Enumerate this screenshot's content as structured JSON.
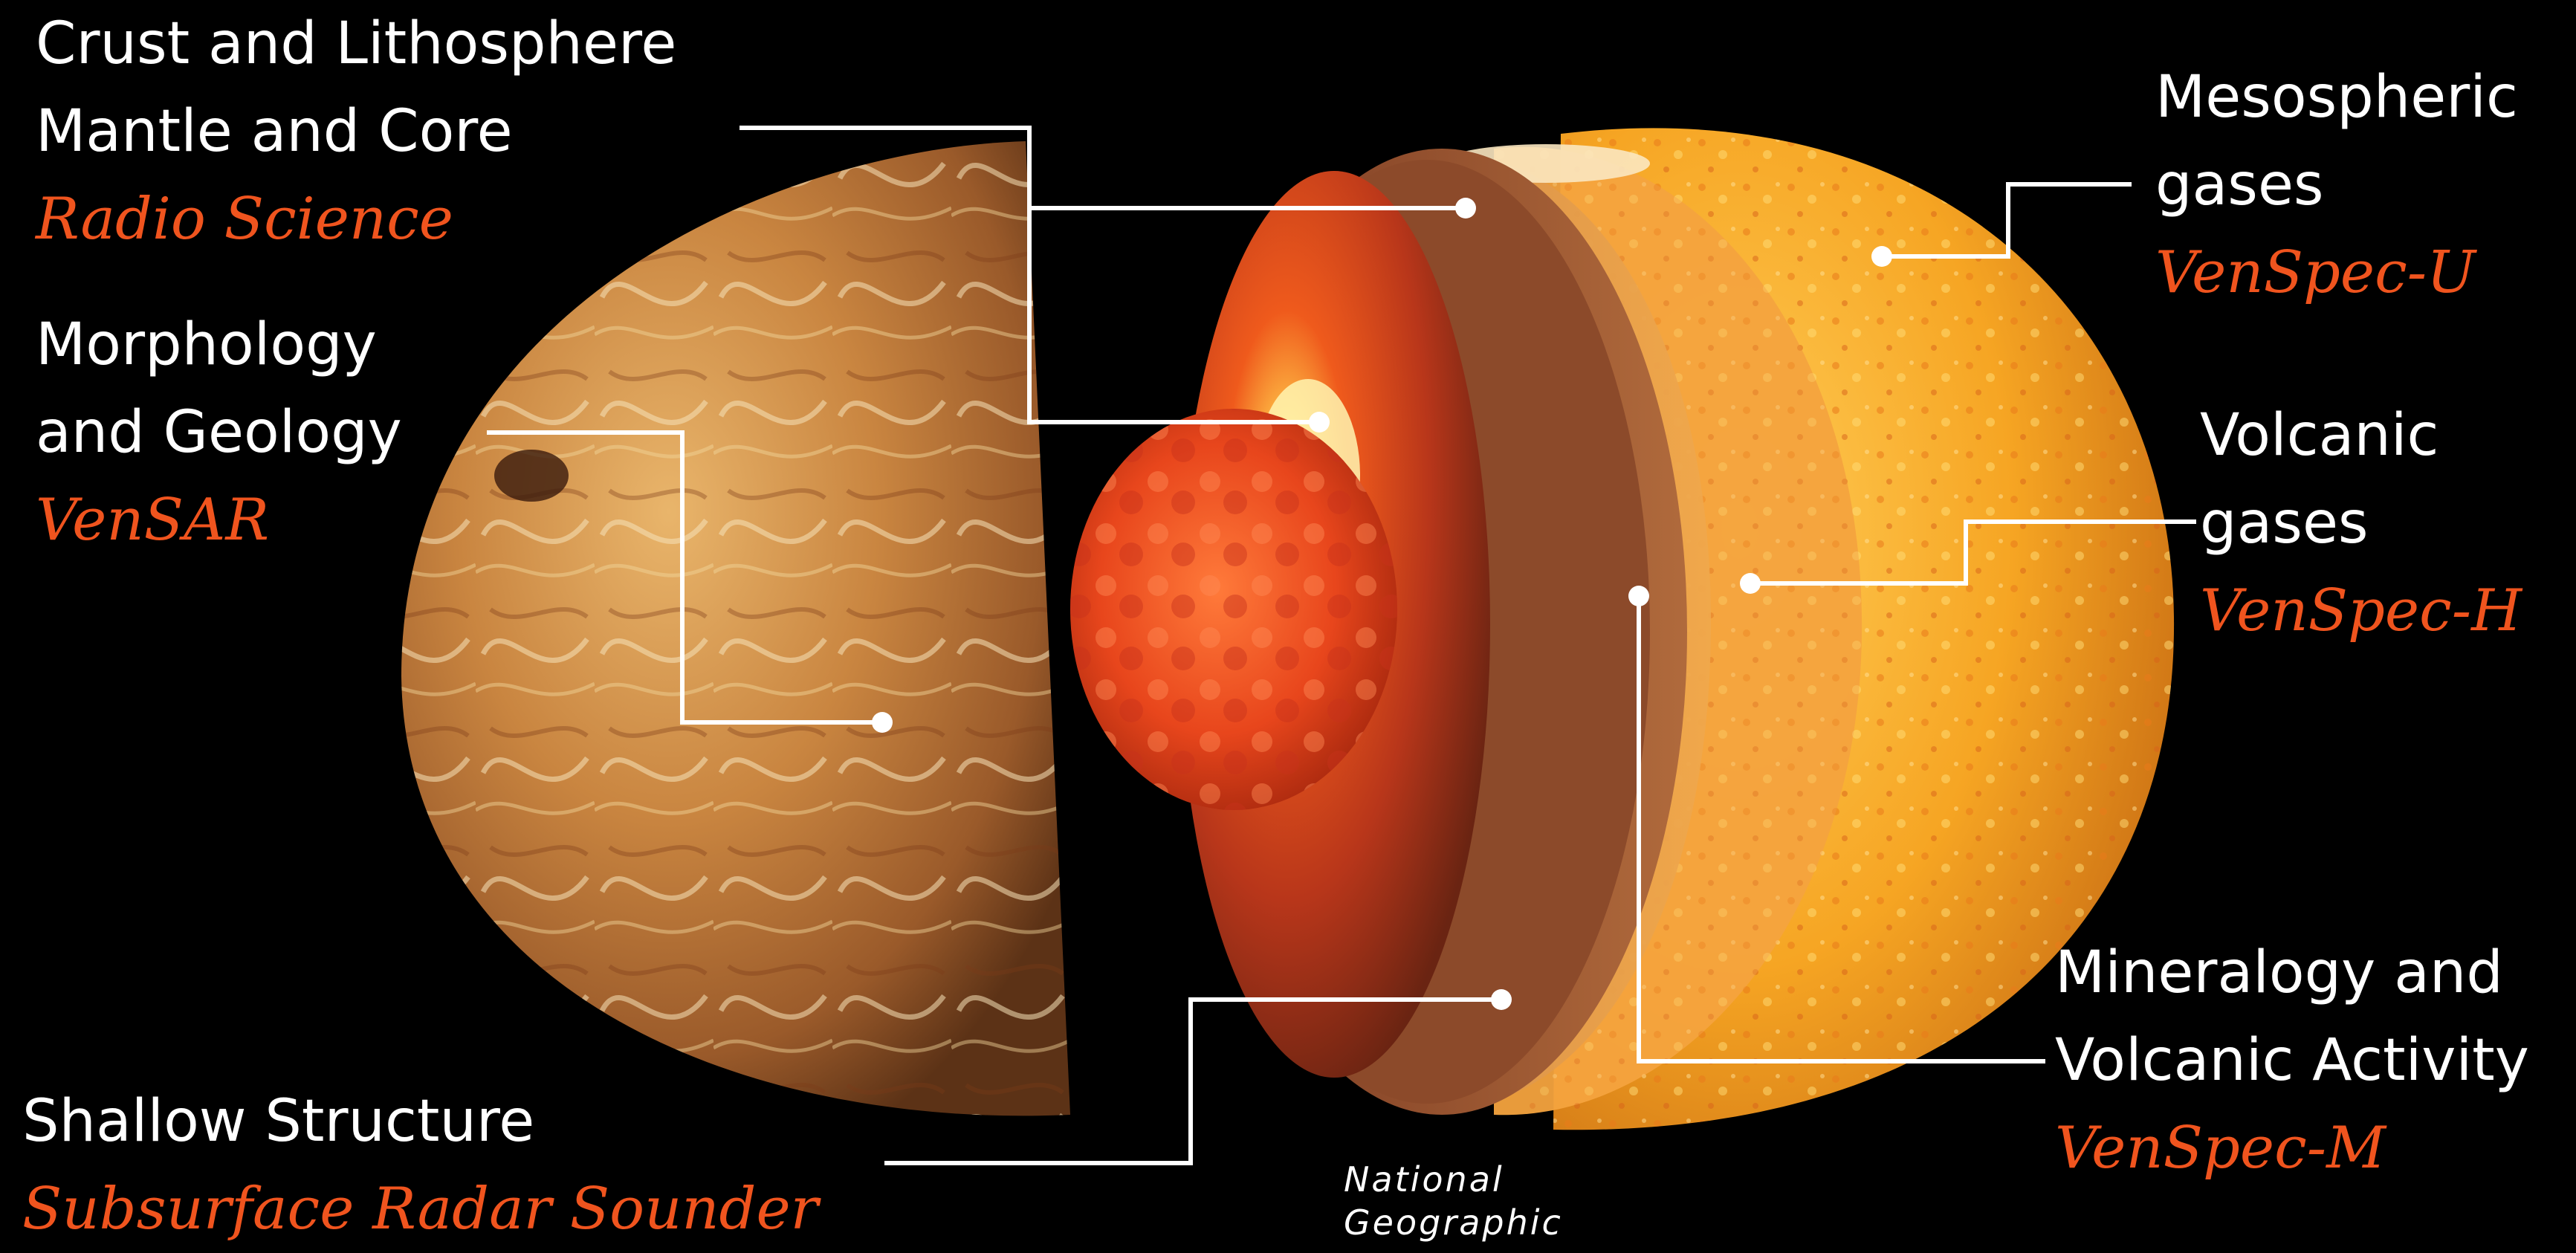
{
  "labels": {
    "crust": {
      "line1": "Crust and Lithosphere",
      "line2": "Mantle and Core",
      "instrument": "Radio Science"
    },
    "morphology": {
      "line1": "Morphology",
      "line2": "and Geology",
      "instrument": "VenSAR"
    },
    "shallow": {
      "line1": "Shallow Structure",
      "instrument": "Subsurface Radar Sounder"
    },
    "mesospheric": {
      "line1": "Mesospheric",
      "line2": "gases",
      "instrument": "VenSpec-U"
    },
    "volcanic_gases": {
      "line1": "Volcanic",
      "line2": "gases",
      "instrument": "VenSpec-H"
    },
    "mineralogy": {
      "line1": "Mineralogy and",
      "line2": "Volcanic Activity",
      "instrument": "VenSpec-M"
    }
  },
  "credit": {
    "line1": "National",
    "line2": "Geographic"
  },
  "colors": {
    "background": "#000000",
    "label_text": "#ffffff",
    "instrument_text": "#f0541e",
    "leader_line": "#ffffff"
  }
}
